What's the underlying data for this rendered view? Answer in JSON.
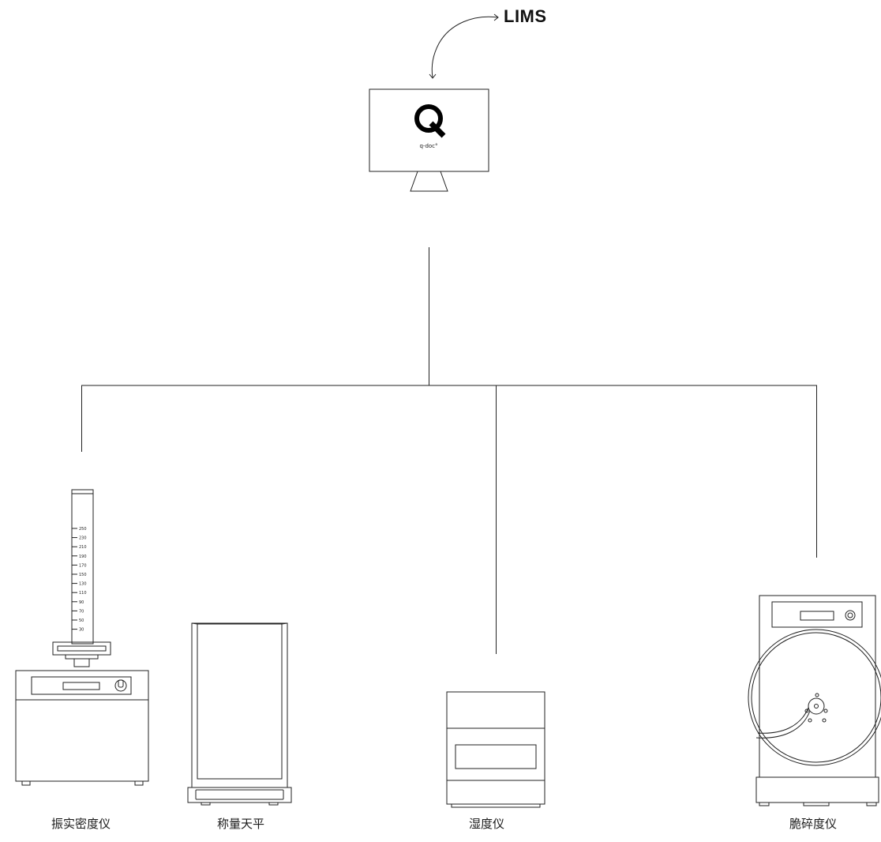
{
  "system": {
    "label": "LIMS"
  },
  "monitor": {
    "brand": "q-doc",
    "brand_mark": "°"
  },
  "instruments": [
    {
      "id": "tapped-density",
      "label": "振实密度仪"
    },
    {
      "id": "balance",
      "label": "称量天平"
    },
    {
      "id": "moisture",
      "label": "湿度仪"
    },
    {
      "id": "friability",
      "label": "脆碎度仪"
    }
  ],
  "cylinder_scale": [
    "250",
    "230",
    "210",
    "190",
    "170",
    "150",
    "130",
    "110",
    "90",
    "70",
    "50",
    "30"
  ]
}
